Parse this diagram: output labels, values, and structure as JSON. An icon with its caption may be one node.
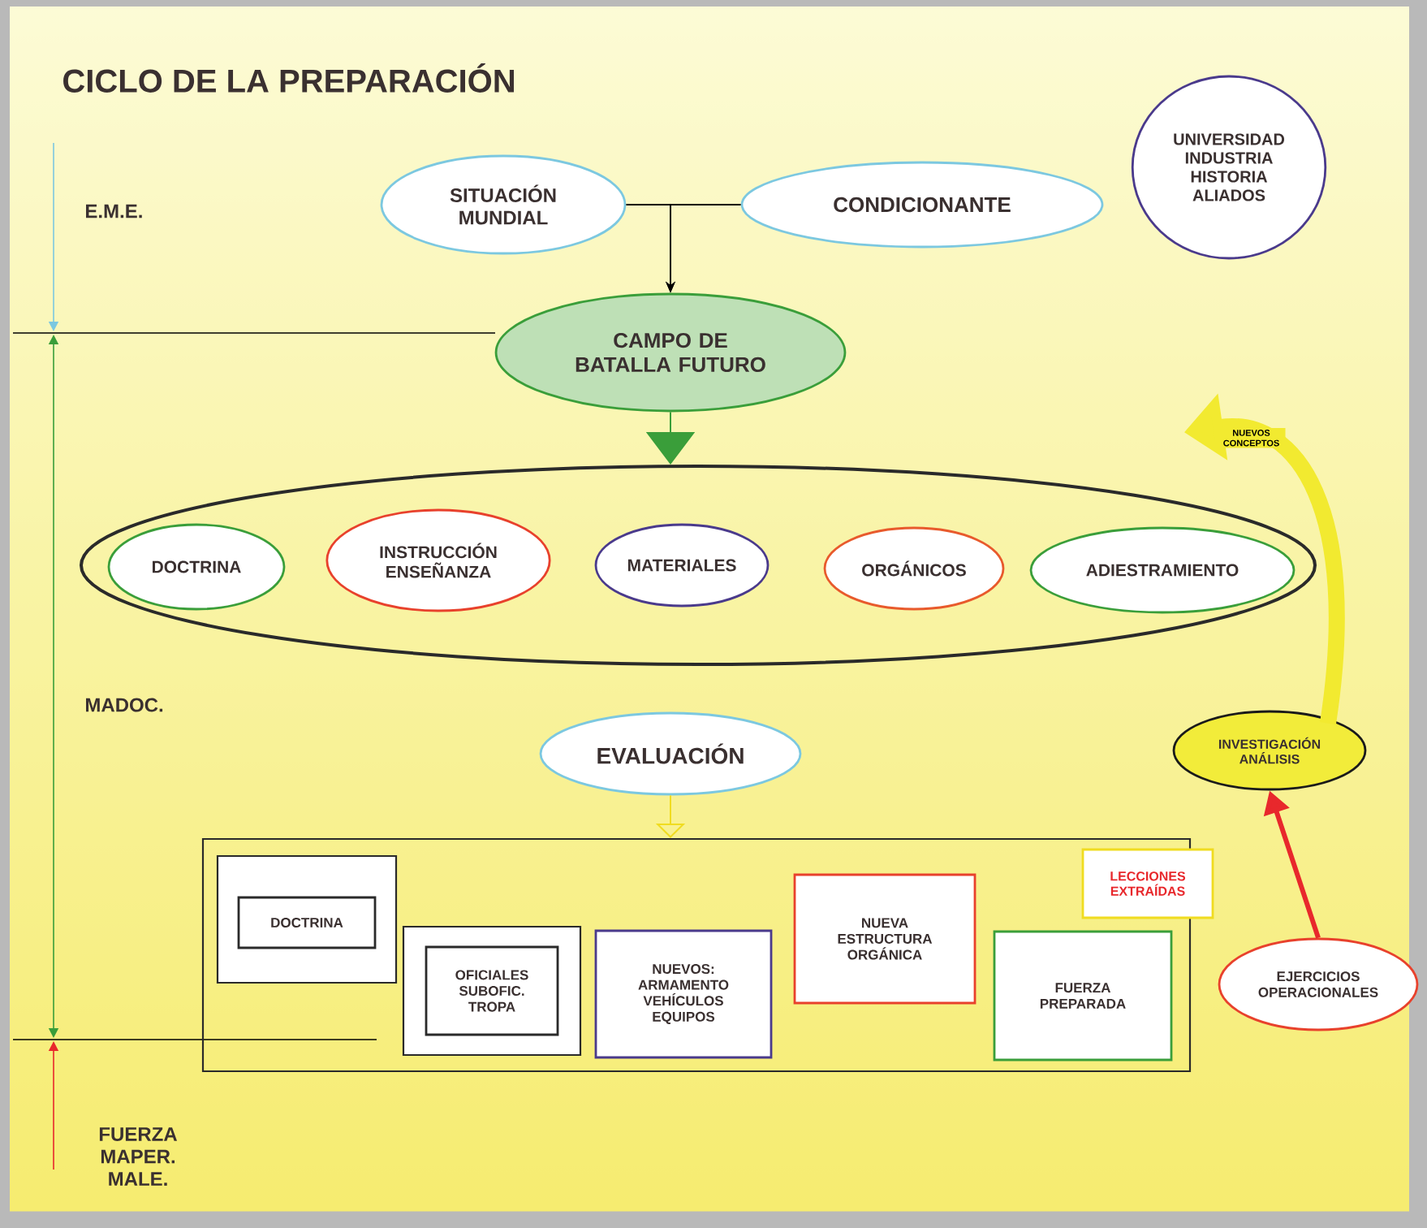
{
  "diagram": {
    "title": "CICLO DE LA PREPARACIÓN",
    "nodes": [
      {
        "text": [
          "SITUACIÓN MUNDIAL"
        ]
      },
      {
        "text": [
          "CONDICIONANTE"
        ]
      },
      {
        "text": [
          "UNIVERSIDAD INDUSTRIA HISTORIA ALIADOS"
        ]
      },
      {
        "text": [
          "CAMPO DE BATALLA FUTURO"
        ]
      },
      {
        "text": [],
        "shape": "ellipse"
      },
      {
        "text": [
          "DOCTRINA"
        ],
        "in": 4
      },
      {
        "text": [
          "INSTRUCCIÓN ENSEÑANZA"
        ],
        "in": 4
      },
      {
        "text": [
          "MATERIALES"
        ],
        "in": 4
      },
      {
        "text": [
          "ORGÁNICOS"
        ],
        "in": 4
      },
      {
        "text": [
          "ADIESTRAMIENTO"
        ],
        "in": 4
      },
      {
        "text": [
          "EVALUACIÓN"
        ]
      },
      {
        "text": [],
        "shape": "box"
      },
      {
        "text": [],
        "shape": "box",
        "in": 11
      },
      {
        "text": [
          "DOCTRINA"
        ],
        "in": 12
      },
      {
        "text": [],
        "shape": "box",
        "in": 11
      },
      {
        "text": [
          "OFICIALES SUBOFIC. TROPA"
        ],
        "in": 14
      },
      {
        "text": [
          "NUEVOS: ARMAMENTO VEHÍCULOS EQUIPOS"
        ],
        "in": 11
      },
      {
        "text": [
          "NUEVA ESTRUCTURA ORGÁNICA"
        ],
        "in": 11
      },
      {
        "text": [
          "LECCIONES EXTRAÍDAS"
        ]
      },
      {
        "text": [
          "FUERZA PREPARADA"
        ],
        "in": 11
      },
      {
        "text": [
          "EJERCICIOS OPERACIONALES"
        ]
      },
      {
        "text": [
          "INVESTIGACIÓN ANÁLISIS"
        ]
      }
    ],
    "edges": [
      {
        "from": 0,
        "to": 3,
        "arrow": "to"
      },
      {
        "from": 1,
        "to": 3,
        "arrow": "to"
      },
      {
        "from": 3,
        "to": 4,
        "arrow": "to",
        "color": "#3a9e3a"
      },
      {
        "from": 10,
        "to": 11,
        "arrow": "to",
        "color": "#f0dc20"
      },
      {
        "from": 20,
        "to": 21,
        "arrow": "to",
        "style": "thick",
        "color": "#e8282c"
      },
      {
        "from": 21,
        "to": 4,
        "arrow": "to",
        "style": "thick",
        "color": "#f2ea30",
        "label": "NUEVOS CONCEPTOS"
      }
    ],
    "labels": [
      "E.M.E.",
      "MADOC.",
      "FUERZA MAPER. MALE."
    ]
  }
}
